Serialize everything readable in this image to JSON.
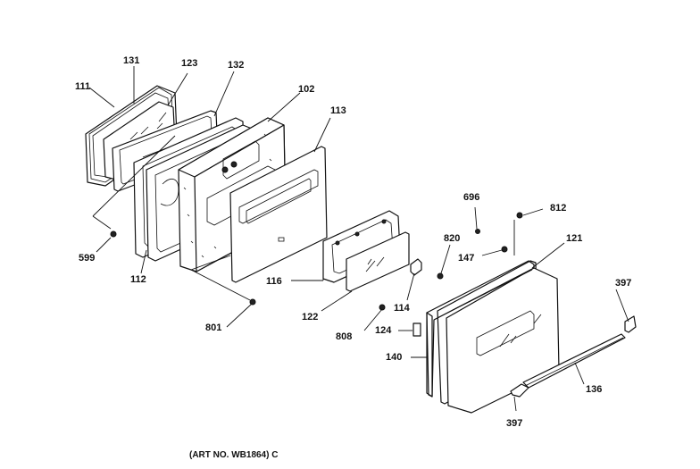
{
  "diagram": {
    "art_number": "(ART NO. WB1864) C",
    "callouts": {
      "c111": "111",
      "c131": "131",
      "c123": "123",
      "c132": "132",
      "c102": "102",
      "c113": "113",
      "c599": "599",
      "c112": "112",
      "c116": "116",
      "c801": "801",
      "c122": "122",
      "c808": "808",
      "c114": "114",
      "c820": "820",
      "c696": "696",
      "c812": "812",
      "c147": "147",
      "c121": "121",
      "c397a": "397",
      "c124": "124",
      "c140": "140",
      "c136": "136",
      "c397b": "397"
    }
  }
}
